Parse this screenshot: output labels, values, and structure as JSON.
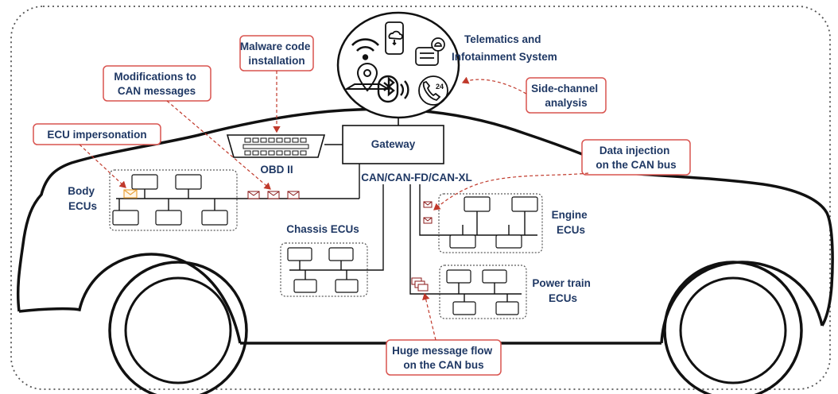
{
  "labels": {
    "telematics": [
      "Telematics and",
      "Infotainment System"
    ],
    "gateway": "Gateway",
    "obd": "OBD II",
    "can_bus": "CAN/CAN-FD/CAN-XL",
    "body": [
      "Body",
      "ECUs"
    ],
    "chassis": "Chassis ECUs",
    "engine": [
      "Engine",
      "ECUs"
    ],
    "powertrain": [
      "Power train",
      "ECUs"
    ]
  },
  "attacks": {
    "malware": [
      "Malware code",
      "installation"
    ],
    "modifications": [
      "Modifications to",
      "CAN messages"
    ],
    "impersonation": "ECU impersonation",
    "side_channel": [
      "Side-channel",
      "analysis"
    ],
    "injection": [
      "Data injection",
      "on the CAN bus"
    ],
    "flood": [
      "Huge message flow",
      "on the CAN bus"
    ]
  },
  "icons": {
    "telematics": [
      "wifi-icon",
      "smartphone-cloud-icon",
      "notification-message-icon",
      "location-pin-icon",
      "bluetooth-icon",
      "24h-phone-support-icon"
    ]
  },
  "colors": {
    "label_text": "#1f3864",
    "attack_border": "#d9534f",
    "attack_line": "#c0392b",
    "envelope_highlight": "#e8a33d"
  }
}
